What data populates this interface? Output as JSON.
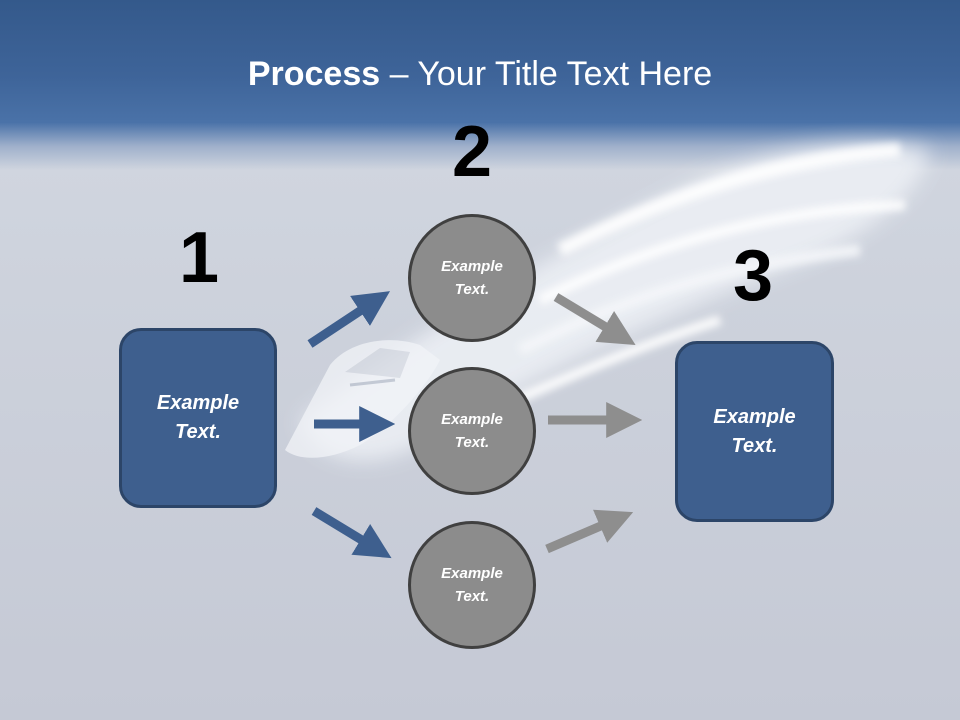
{
  "title": {
    "bold": "Process",
    "rest": " – Your Title Text Here"
  },
  "steps": {
    "one": "1",
    "two": "2",
    "three": "3"
  },
  "left_box": {
    "text": "Example\nText."
  },
  "circles": [
    {
      "text": "Example\nText."
    },
    {
      "text": "Example\nText."
    },
    {
      "text": "Example\nText."
    }
  ],
  "right_box": {
    "text": "Example\nText."
  },
  "colors": {
    "header": "#3e6499",
    "box_fill": "#3e5f8e",
    "circle_fill": "#8c8c8c",
    "blue_arrow": "#3e5f8e",
    "gray_arrow": "#8e8e8e"
  }
}
